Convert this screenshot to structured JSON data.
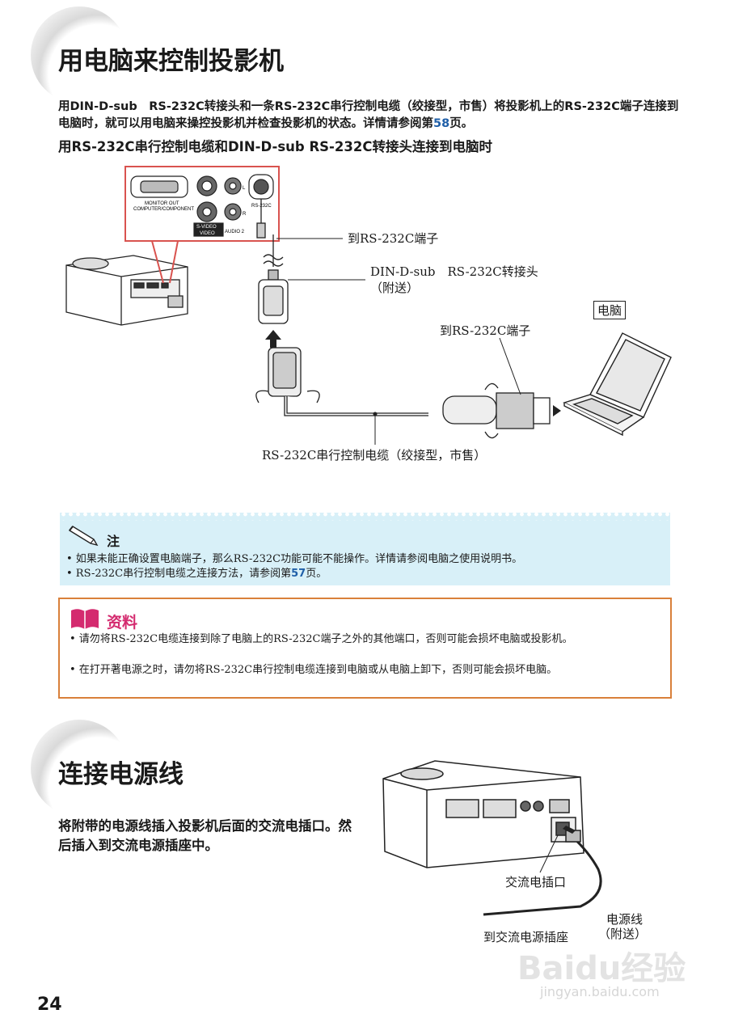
{
  "section1": {
    "title": "用电脑来控制投影机",
    "intro_prefix": "用DIN-D-sub　RS-232C转接头和一条RS-232C串行控制电缆（绞接型，市售）将投影机上的RS-232C端子连接到电脑时，就可以用电脑来操控投影机并检查投影机的状态。详情请参阅第",
    "intro_page": "58",
    "intro_suffix": "页。",
    "subheading": "用RS-232C串行控制电缆和DIN-D-sub RS-232C转接头连接到电脑时"
  },
  "panel": {
    "monitor_out": "MONITOR OUT",
    "computer_component": "COMPUTER/COMPONENT",
    "s_video": "S-VIDEO",
    "video": "VIDEO",
    "audio2": "AUDIO 2",
    "rs232c": "RS-232C",
    "l": "L",
    "r": "R"
  },
  "diagram_labels": {
    "to_rs232c_terminal_1": "到RS-232C端子",
    "adapter_line1": "DIN-D-sub　RS-232C转接头",
    "adapter_line2": "（附送）",
    "computer": "电脑",
    "to_rs232c_terminal_2": "到RS-232C端子",
    "cable": "RS-232C串行控制电缆（绞接型，市售）"
  },
  "note": {
    "title": "注",
    "line1": "• 如果未能正确设置电脑端子，那么RS-232C功能可能不能操作。详情请参阅电脑之使用说明书。",
    "line2_prefix": "• RS-232C串行控制电缆之连接方法，请参阅第",
    "line2_page": "57",
    "line2_suffix": "页。"
  },
  "info": {
    "title": "资料",
    "line1": "• 请勿将RS-232C电缆连接到除了电脑上的RS-232C端子之外的其他端口，否则可能会损坏电脑或投影机。",
    "line2": "• 在打开著电源之时，请勿将RS-232C串行控制电缆连接到电脑或从电脑上卸下，否则可能会损坏电脑。"
  },
  "section2": {
    "title": "连接电源线",
    "text": "将附带的电源线插入投影机后面的交流电插口。然后插入到交流电源插座中。",
    "ac_socket": "交流电插口",
    "power_cord_line1": "电源线",
    "power_cord_line2": "（附送）",
    "to_outlet": "到交流电源插座"
  },
  "footer": {
    "page_number": "24",
    "watermark_main": "Baidu经验",
    "watermark_sub": "jingyan.baidu.com"
  },
  "colors": {
    "panel_outline": "#d9534f",
    "note_bg": "#d8f0f8",
    "info_border": "#d9803a",
    "info_title": "#d42b6f",
    "page_ref": "#1f5fa8"
  }
}
